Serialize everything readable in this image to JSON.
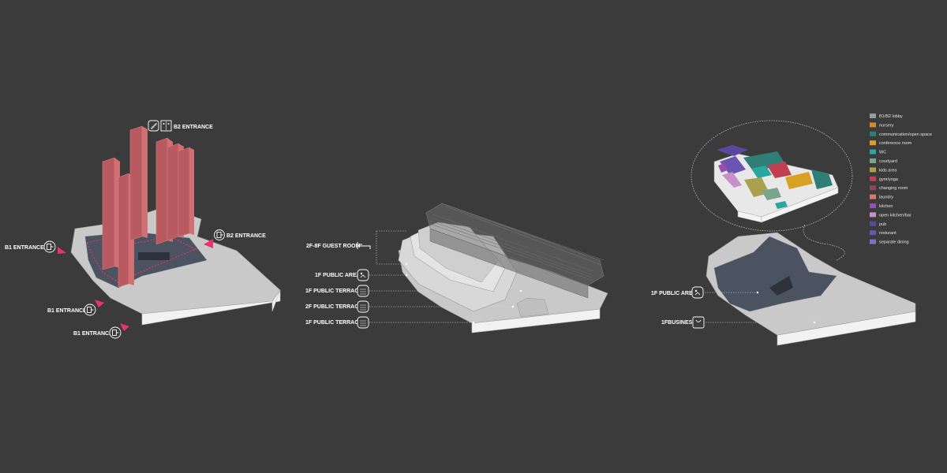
{
  "labels": {
    "b2_entrance_top": "B2 ENTRANCE",
    "b2_entrance_right": "B2 ENTRANCE",
    "b1_entrance_left": "B1 ENTRANCE",
    "b1_entrance_mid": "B1 ENTRANCE",
    "b1_entrance_low": "B1 ENTRANCE",
    "guest_room": "2F-8F GUEST ROOM",
    "public_area_mid": "1F PUBLIC AREA",
    "public_terrace_1": "1F PUBLIC TERRACE",
    "public_terrace_2": "2F PUBLIC TERRACE",
    "public_terrace_3": "1F PUBLIC TERRACE",
    "public_area_right": "1F PUBLIC AREA",
    "business": "1FBUSINESS"
  },
  "legend": [
    {
      "label": "B1/B2 lobby",
      "color": "#9a9a9a"
    },
    {
      "label": "nursery",
      "color": "#d28a2a"
    },
    {
      "label": "communication/open space",
      "color": "#2f7f78"
    },
    {
      "label": "conference room",
      "color": "#d9a124"
    },
    {
      "label": "WC",
      "color": "#2aa6a0"
    },
    {
      "label": "courtyard",
      "color": "#7aa58c"
    },
    {
      "label": "kids area",
      "color": "#a9a050"
    },
    {
      "label": "gym/yoga",
      "color": "#c0404f"
    },
    {
      "label": "changing room",
      "color": "#8a4a50"
    },
    {
      "label": "laundry",
      "color": "#d87a6a"
    },
    {
      "label": "kitchen",
      "color": "#9a4fb0"
    },
    {
      "label": "open kitchen/bar",
      "color": "#c890c8"
    },
    {
      "label": "pub",
      "color": "#5a48a0"
    },
    {
      "label": "resturant",
      "color": "#6a55b0"
    },
    {
      "label": "separate dining",
      "color": "#8070c0"
    }
  ],
  "icons": {
    "stairs": "stairs-icon",
    "elevator": "elevator-icon",
    "entrance": "entrance-door-icon",
    "bed": "bed-icon",
    "public_area": "people-icon",
    "terrace": "terrace-icon",
    "business": "shopping-bag-icon"
  },
  "colors": {
    "background": "#3b3b3b",
    "accent": "#e8336b",
    "tower": "#c46a6f"
  }
}
